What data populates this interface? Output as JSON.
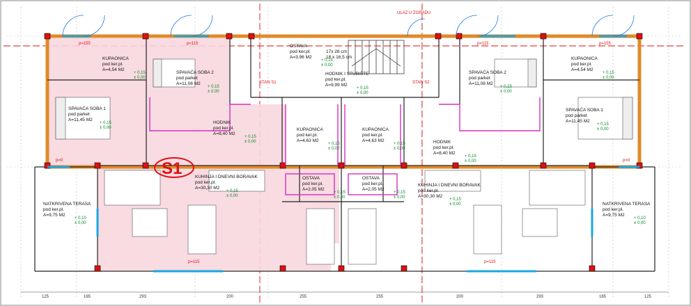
{
  "plan": {
    "entrance_label": "ULAZ U ZGRADU",
    "stan_label": "S1",
    "stair_note_1": "17x 28 cm",
    "stair_note_2": "18 x 16,5 cm",
    "stan_marker_left": "STAN S1",
    "stan_marker_right": "STAN S2",
    "rooms": [
      {
        "id": "kupaonica-l",
        "name": "KUPAONICA",
        "floor": "pod ker.pl.",
        "area": "A=4,54 M2"
      },
      {
        "id": "spavaca2-l",
        "name": "SPAVAĆA SOBA 2",
        "floor": "pod parket",
        "area": "A=11,08 M2"
      },
      {
        "id": "ostava-top",
        "name": "OSTAVA",
        "floor": "pod ker.pl.",
        "area": "A=3,96 M2"
      },
      {
        "id": "hodnik-stube",
        "name": "HODNIK I STUBIŠTE",
        "floor": "pod ker.pl.",
        "area": "A=9,99 M2"
      },
      {
        "id": "spavaca2-r",
        "name": "SPAVAĆA SOBA 2",
        "floor": "pod parket",
        "area": "A=11,08 M2"
      },
      {
        "id": "kupaonica-r",
        "name": "KUPAONICA",
        "floor": "pod ker.pl.",
        "area": "A=4,54 M2"
      },
      {
        "id": "spavaca1-l",
        "name": "SPAVAĆA SOBA 1",
        "floor": "pod parket",
        "area": "A=11,45 M2"
      },
      {
        "id": "spavaca1-r",
        "name": "SPAVAĆA SOBA 1",
        "floor": "pod parket",
        "area": "A=11,45 M2"
      },
      {
        "id": "hodnik-l",
        "name": "HODNIK",
        "floor": "pod ker.pl.",
        "area": "A=8,40 M2"
      },
      {
        "id": "kupaonica-cl",
        "name": "KUPAONICA",
        "floor": "pod ker.pl.",
        "area": "A=4,63 M2"
      },
      {
        "id": "kupaonica-cr",
        "name": "KUPAONICA",
        "floor": "pod ker.pl.",
        "area": "A=4,63 M2"
      },
      {
        "id": "hodnik-r",
        "name": "HODNIK",
        "floor": "pod ker.pl.",
        "area": "A=8,40 M2"
      },
      {
        "id": "kuhinja-l",
        "name": "KUHINJA I DNEVNI BORAVAK",
        "floor": "pod ker.pl.",
        "area": "A=30,30 M2"
      },
      {
        "id": "ostava-cl",
        "name": "OSTAVA",
        "floor": "pod ker.pl.",
        "area": "A=2,05 M2"
      },
      {
        "id": "ostava-cr",
        "name": "OSTAVA",
        "floor": "pod ker.pl.",
        "area": "A=2,05 M2"
      },
      {
        "id": "kuhinja-r",
        "name": "KUHINJA I DNEVNI BORAVAK",
        "floor": "pod ker.pl.",
        "area": "A=30,30 M2"
      },
      {
        "id": "terasa-l",
        "name": "NATKRIVENA TERASA",
        "floor": "pod ker.pl.",
        "area": "A=9,75 M2"
      },
      {
        "id": "terasa-r",
        "name": "NATKRIVENA TERASA",
        "floor": "pod ker.pl.",
        "area": "A=9,75 M2"
      }
    ],
    "level_plus": "+ 0,15",
    "level_zero": "± 0,00",
    "level_terrace": "+ 0,10",
    "window_labels": [
      "p=155",
      "p=115",
      "p=115",
      "p=155",
      "p=115",
      "p=115",
      "p=0",
      "p=0"
    ],
    "bottom_dims": [
      "125",
      "165",
      "293",
      "200",
      "255",
      "255",
      "200",
      "293",
      "165",
      "125"
    ],
    "colors": {
      "wall": "#e08a2a",
      "accent": "#d11",
      "green": "#0a8a2a",
      "s1fill": "#f8d7df",
      "pink": "#d62fbf",
      "cyan": "#1aa7e0"
    }
  }
}
